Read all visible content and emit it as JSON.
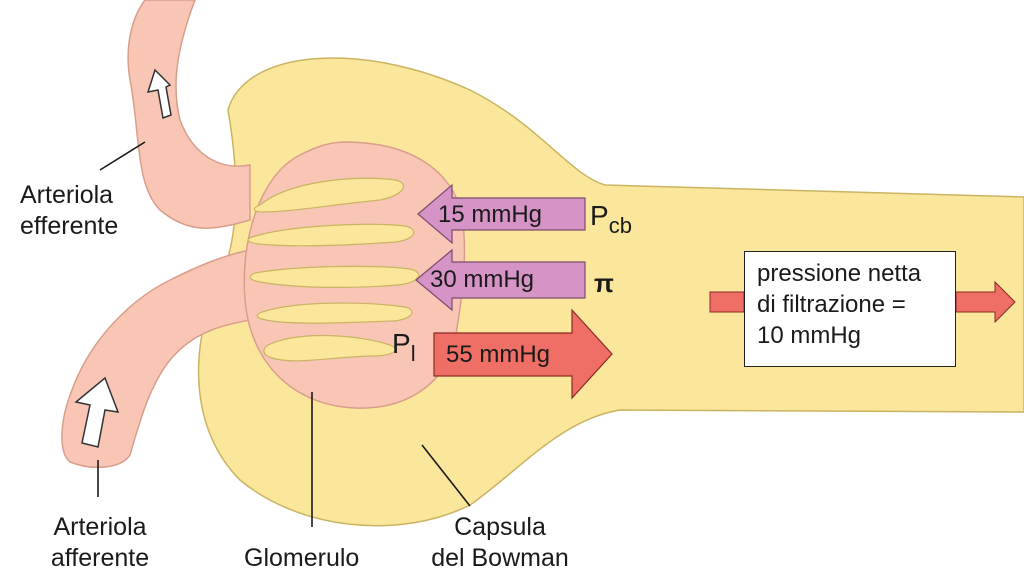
{
  "labels": {
    "arteriola_efferente": [
      "Arteriola",
      "efferente"
    ],
    "arteriola_afferente": [
      "Arteriola",
      "afferente"
    ],
    "glomerulo": "Glomerulo",
    "capsula_bowman": [
      "Capsula",
      "del Bowman"
    ]
  },
  "forces": {
    "pcb": {
      "value": "15 mmHg",
      "symbol": "P",
      "subscript": "cb"
    },
    "pi": {
      "value": "30 mmHg",
      "symbol": "π"
    },
    "pl": {
      "value": "55 mmHg",
      "symbol": "P",
      "subscript": "l"
    }
  },
  "net_filtration": [
    "pressione netta",
    "di filtrazione =",
    "10 mmHg"
  ],
  "colors": {
    "capsule": "#fbe79c",
    "capsule_stroke": "#c9b462",
    "vessel": "#f9c6b6",
    "vessel_stroke": "#d89e8c",
    "pink_arrow": "#d694c6",
    "red_arrow": "#ef6f66",
    "leader_line": "#1a1a1a"
  }
}
